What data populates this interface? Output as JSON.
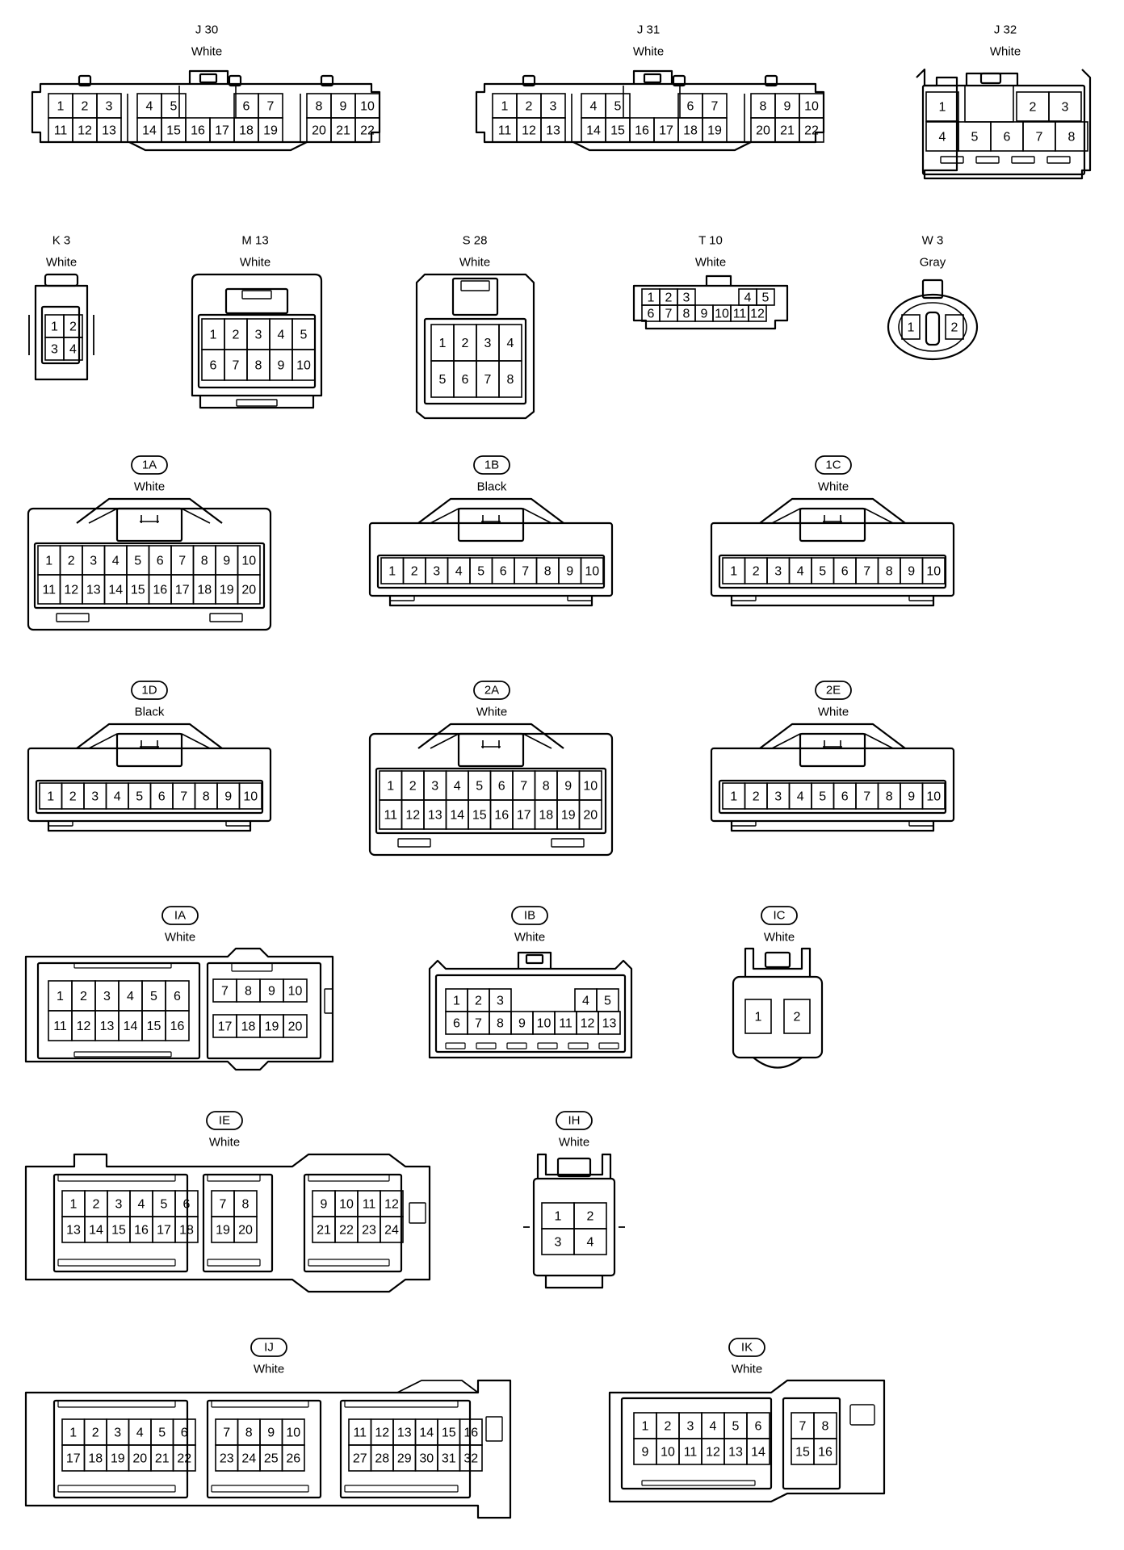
{
  "diagram": {
    "connectors": [
      {
        "id": "J 30",
        "color": "White",
        "badge": false,
        "layout": "J30"
      },
      {
        "id": "J 31",
        "color": "White",
        "badge": false,
        "layout": "J30"
      },
      {
        "id": "J 32",
        "color": "White",
        "badge": false,
        "layout": "J32"
      },
      {
        "id": "K 3",
        "color": "White",
        "badge": false,
        "layout": "K3"
      },
      {
        "id": "M 13",
        "color": "White",
        "badge": false,
        "layout": "M13"
      },
      {
        "id": "S 28",
        "color": "White",
        "badge": false,
        "layout": "S28"
      },
      {
        "id": "T 10",
        "color": "White",
        "badge": false,
        "layout": "T10"
      },
      {
        "id": "W 3",
        "color": "Gray",
        "badge": false,
        "layout": "W3"
      },
      {
        "id": "1A",
        "color": "White",
        "badge": true,
        "layout": "X20"
      },
      {
        "id": "1B",
        "color": "Black",
        "badge": true,
        "layout": "X10"
      },
      {
        "id": "1C",
        "color": "White",
        "badge": true,
        "layout": "X10"
      },
      {
        "id": "1D",
        "color": "Black",
        "badge": true,
        "layout": "X10"
      },
      {
        "id": "2A",
        "color": "White",
        "badge": true,
        "layout": "X20"
      },
      {
        "id": "2E",
        "color": "White",
        "badge": true,
        "layout": "X10"
      },
      {
        "id": "IA",
        "color": "White",
        "badge": true,
        "layout": "IA"
      },
      {
        "id": "IB",
        "color": "White",
        "badge": true,
        "layout": "IB"
      },
      {
        "id": "IC",
        "color": "White",
        "badge": true,
        "layout": "IC"
      },
      {
        "id": "IE",
        "color": "White",
        "badge": true,
        "layout": "IE"
      },
      {
        "id": "IH",
        "color": "White",
        "badge": true,
        "layout": "IH"
      },
      {
        "id": "IJ",
        "color": "White",
        "badge": true,
        "layout": "IJ"
      },
      {
        "id": "IK",
        "color": "White",
        "badge": true,
        "layout": "IK"
      }
    ],
    "colors": {
      "line": "#000000",
      "background": "#ffffff"
    }
  }
}
